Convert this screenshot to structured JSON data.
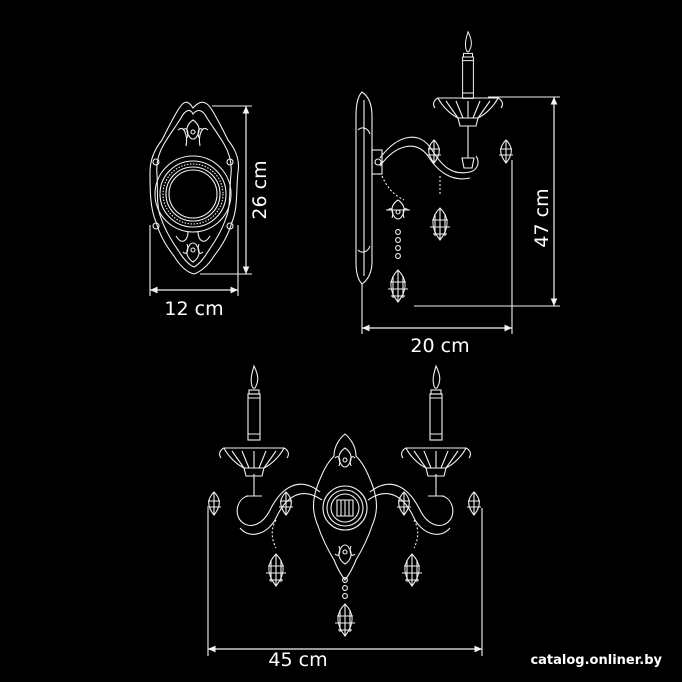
{
  "dimensions": {
    "backplate_height": "26 cm",
    "backplate_width": "12 cm",
    "side_height": "47 cm",
    "side_depth": "20 cm",
    "front_width": "45 cm"
  },
  "watermark": "catalog.onliner.by",
  "colors": {
    "background": "#000000",
    "line": "#f2f2f2"
  }
}
